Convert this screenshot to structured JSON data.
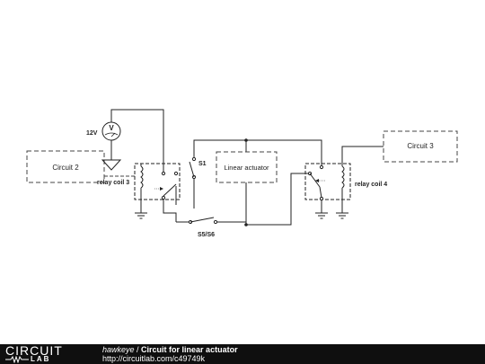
{
  "diagram": {
    "boxes": {
      "circuit2": "Circuit 2",
      "circuit3": "Circuit 3",
      "actuator": "Linear actuator"
    },
    "labels": {
      "voltage": "12V",
      "meter_symbol": "V",
      "relay3": "relay coil 3",
      "relay4": "relay coil 4",
      "s1": "S1",
      "s5s6": "S5/S6"
    }
  },
  "footer": {
    "logo_main": "CIRCUIT",
    "logo_sub": "LAB",
    "author": "hawkeye",
    "separator": " / ",
    "title": "Circuit for linear actuator",
    "url": "http://circuitlab.com/c49749k"
  },
  "colors": {
    "wire": "#222222",
    "footer_bg": "#0f0f0f"
  }
}
